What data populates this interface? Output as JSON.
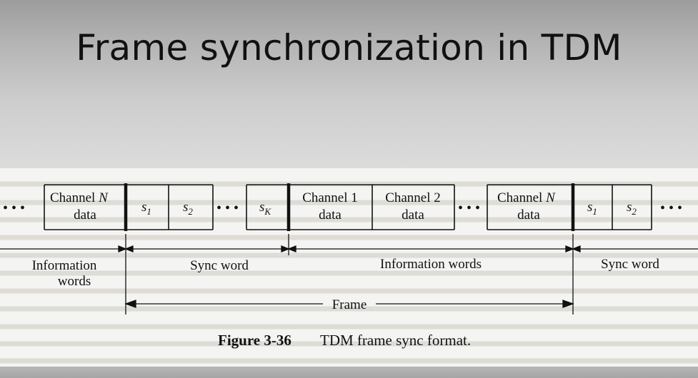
{
  "slide": {
    "title": "Frame synchronization in TDM"
  },
  "figure": {
    "cells": {
      "chN_a_line1": "Channel",
      "chN_a_var": "N",
      "chN_a_line2": "data",
      "s1_a": "s",
      "s1_a_sub": "1",
      "s2_a": "s",
      "s2_a_sub": "2",
      "sK": "s",
      "sK_sub": "K",
      "ch1_line1": "Channel 1",
      "ch1_line2": "data",
      "ch2_line1": "Channel 2",
      "ch2_line2": "data",
      "chN_b_line1": "Channel",
      "chN_b_var": "N",
      "chN_b_line2": "data",
      "s1_b": "s",
      "s1_b_sub": "1",
      "s2_b": "s",
      "s2_b_sub": "2",
      "ellipsis": "• • •"
    },
    "labels": {
      "info_left_1": "Information",
      "info_left_2": "words",
      "sync_left": "Sync word",
      "info_mid": "Information words",
      "sync_right": "Sync word",
      "frame": "Frame"
    },
    "caption": {
      "number": "Figure 3-36",
      "text": "TDM frame sync format."
    }
  }
}
